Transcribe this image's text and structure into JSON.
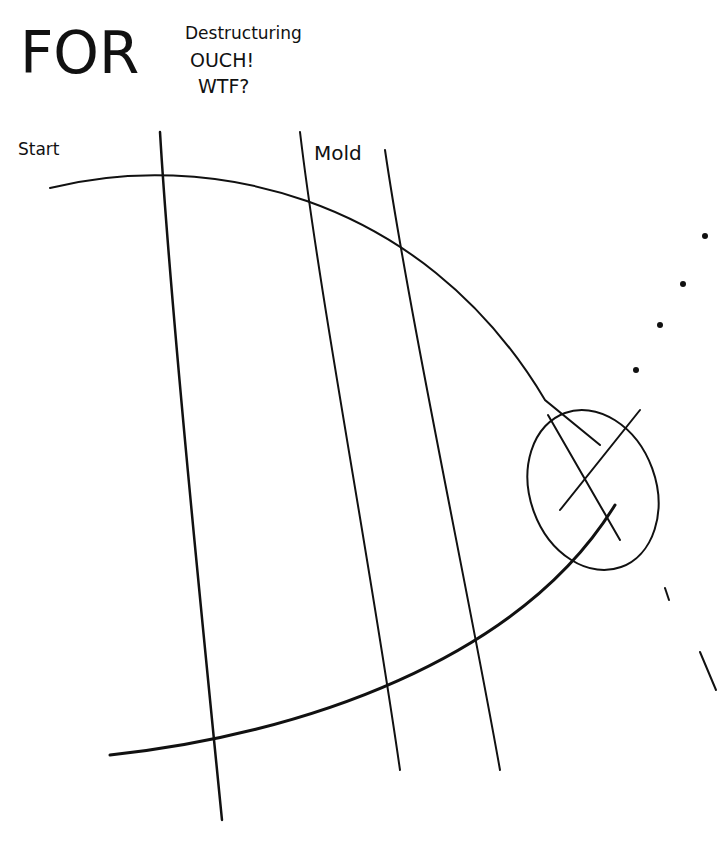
{
  "diagram": {
    "labels": [
      "FOR",
      "Start",
      "Destructuring",
      "OUCH!",
      "WTF?",
      "Mold"
    ]
  }
}
